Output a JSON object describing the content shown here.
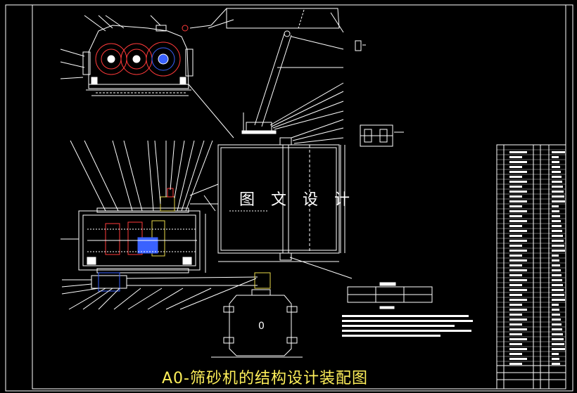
{
  "drawing": {
    "watermark_text": "图 文 设 计",
    "caption": "A0-筛砂机的结构设计装配图",
    "motor_label": "0"
  },
  "colors": {
    "background": "#000000",
    "line": "#ffffff",
    "caption": "#fff05a",
    "red_parts": "#ff3a3a",
    "blue_parts": "#3a62ff",
    "yellow_parts": "#e8d84a"
  }
}
